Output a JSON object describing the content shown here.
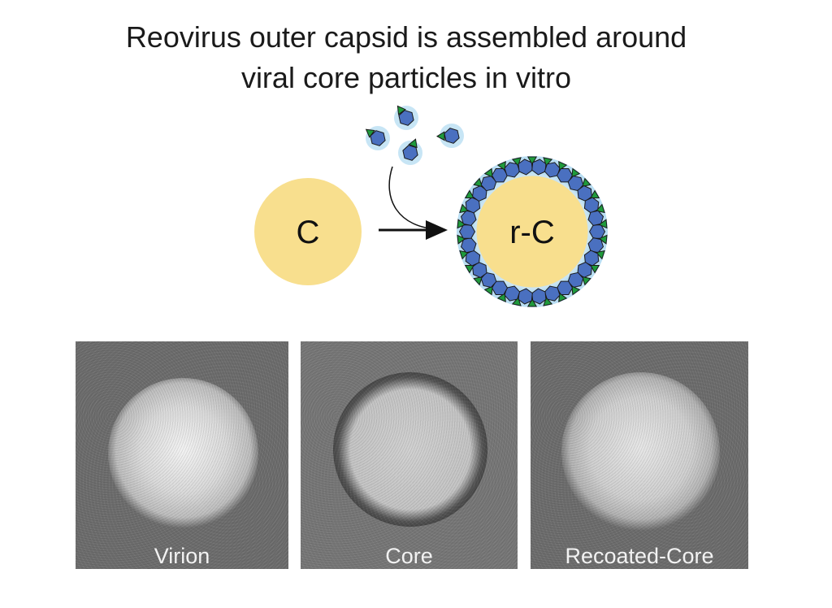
{
  "title": {
    "line1": "Reovirus outer capsid is assembled around",
    "line2": "viral core particles in vitro"
  },
  "schematic": {
    "core_label": "C",
    "recoated_label": "r-C",
    "colors": {
      "core": "#f8df8e",
      "protein_hex": "#4a70c0",
      "protein_tri": "#1f9a3c",
      "halo": "#b9def3"
    }
  },
  "micrographs": [
    {
      "label": "Virion"
    },
    {
      "label": "Core"
    },
    {
      "label": "Recoated-Core"
    }
  ]
}
